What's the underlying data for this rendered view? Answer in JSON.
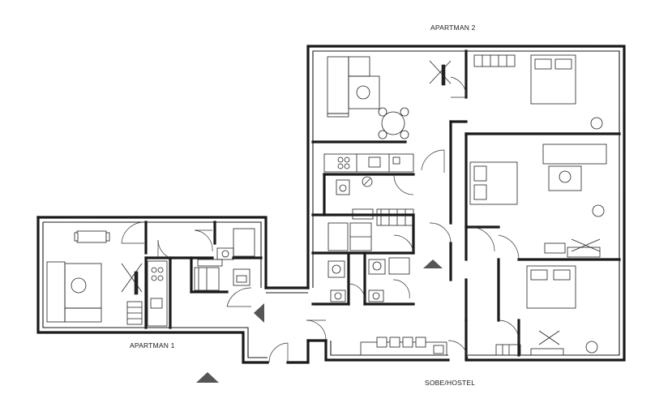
{
  "labels": {
    "apartman2": "APARTMAN 2",
    "apartman1": "APARTMAN 1",
    "hostel": "SOBE/HOSTEL"
  },
  "icons": [
    "entrance-arrow-icon",
    "stair-arrow-icon",
    "table-icon",
    "sofa-icon",
    "bed-icon",
    "chair-icon",
    "toilet-icon",
    "sink-icon",
    "kitchen-icon",
    "shower-icon",
    "wardrobe-icon",
    "desk-lamp-icon"
  ]
}
